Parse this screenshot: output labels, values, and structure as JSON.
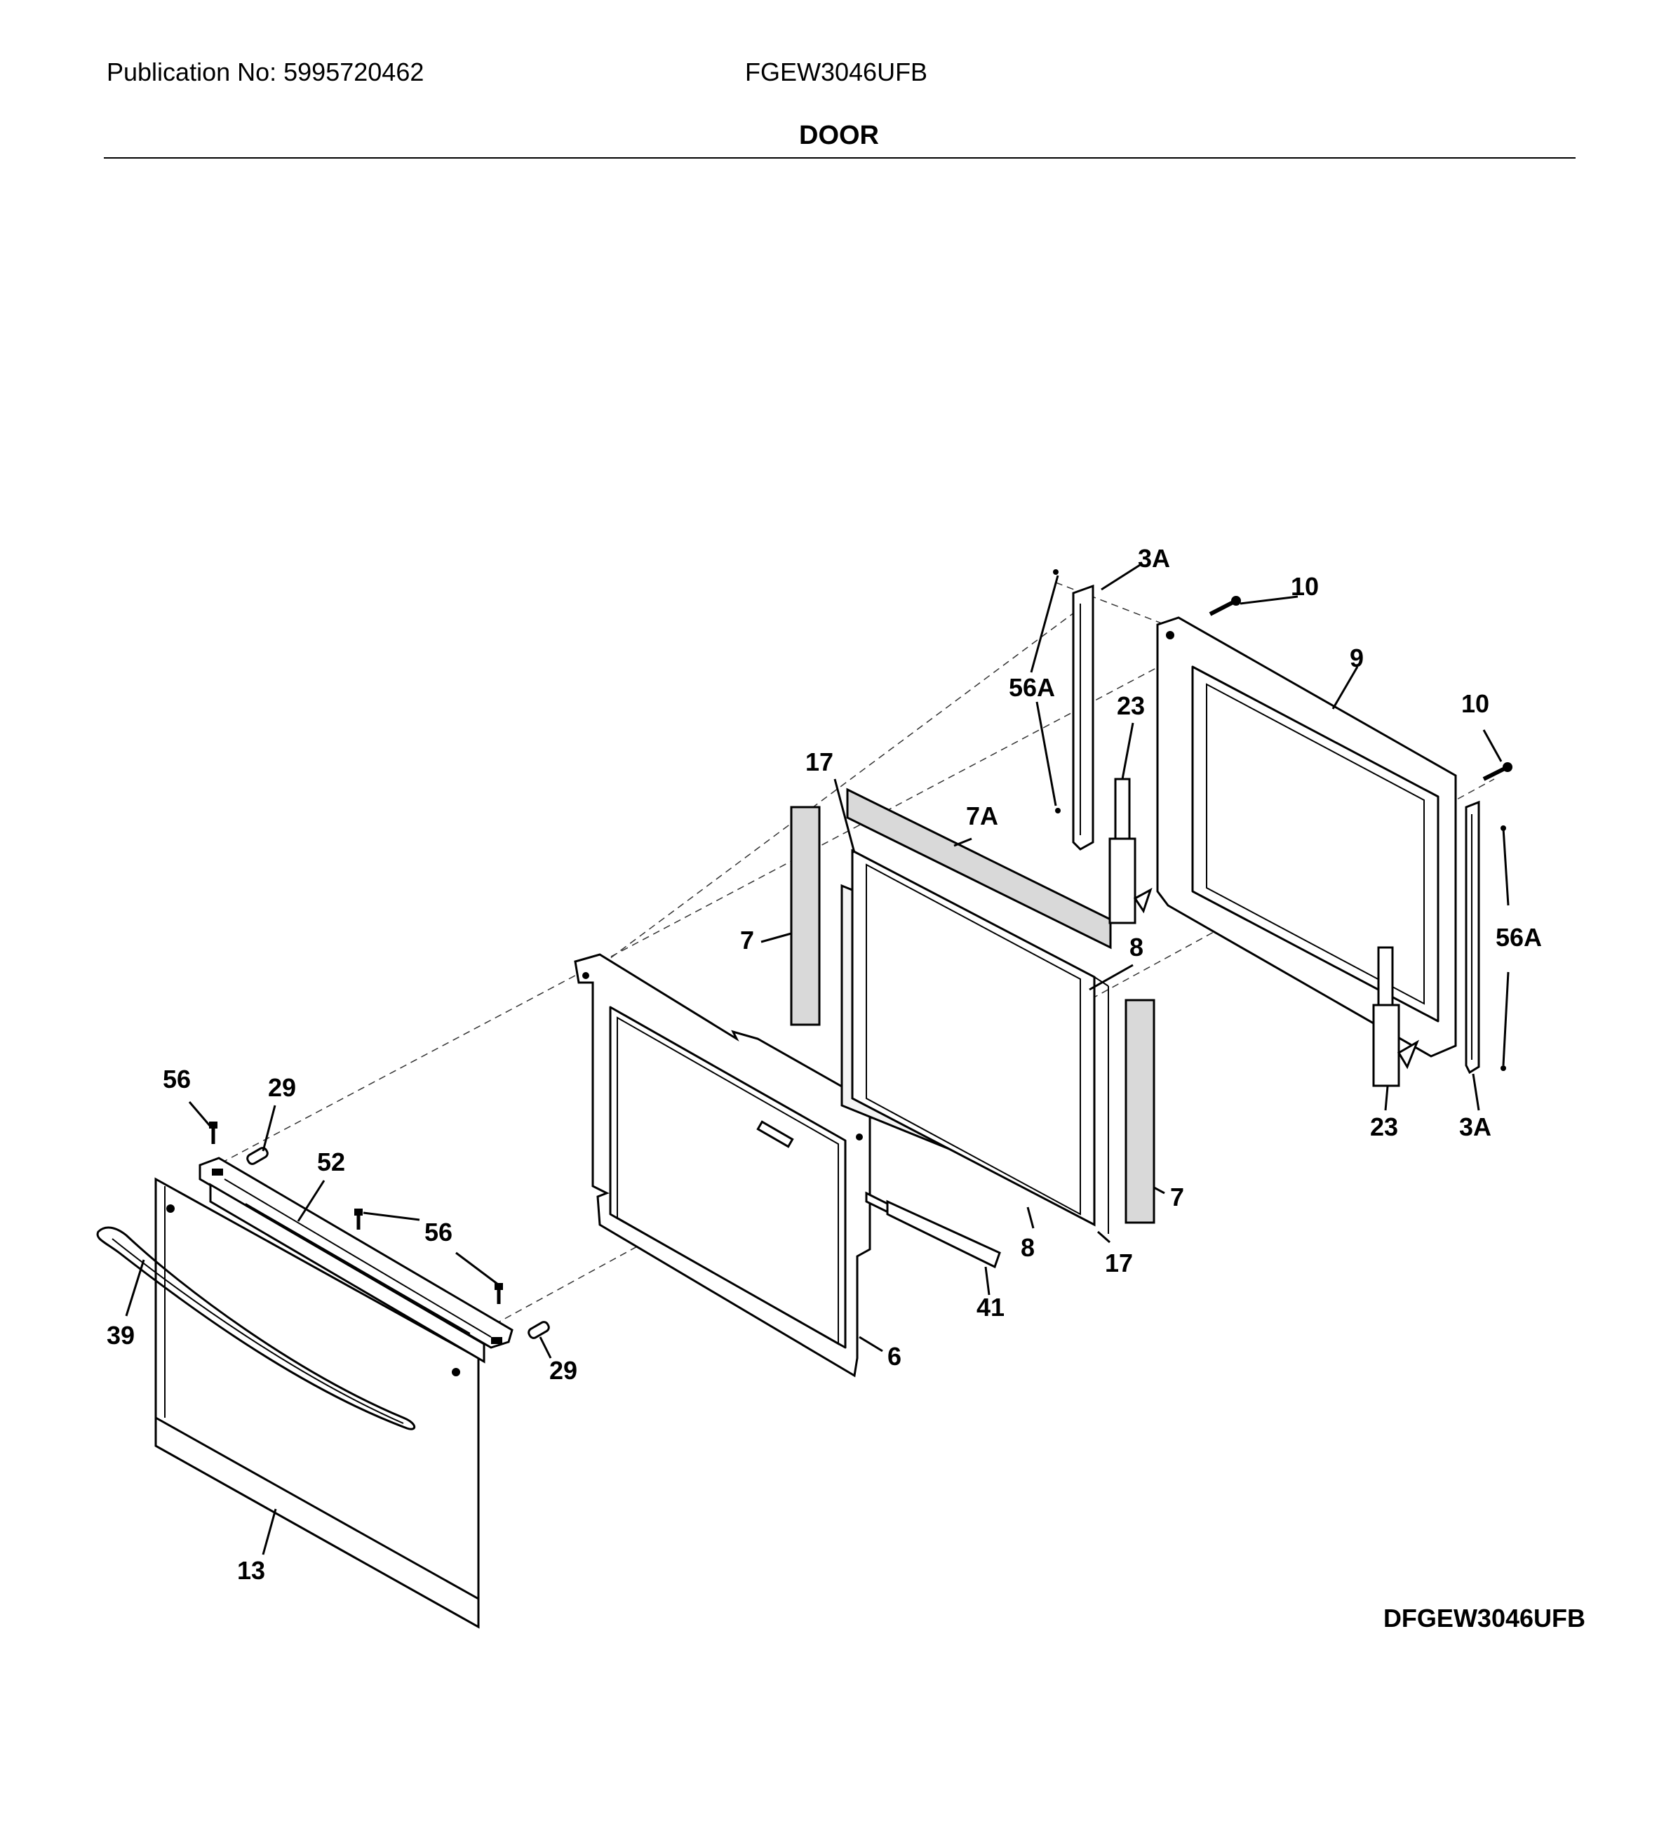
{
  "header": {
    "publication": "Publication No: 5995720462",
    "model": "FGEW3046UFB",
    "title": "DOOR"
  },
  "diagram_code": "DFGEW3046UFB",
  "callouts": {
    "c3a_top": "3A",
    "c10_top": "10",
    "c9": "9",
    "c56a_left": "56A",
    "c23_top": "23",
    "c10_right": "10",
    "c17_top": "17",
    "c7a": "7A",
    "c56a_right": "56A",
    "c7_left": "7",
    "c8_top": "8",
    "c23_bottom": "23",
    "c3a_bottom": "3A",
    "c56_left": "56",
    "c29_top": "29",
    "c52": "52",
    "c56_mid": "56",
    "c7_right": "7",
    "c8_bottom": "8",
    "c17_bottom": "17",
    "c41": "41",
    "c39": "39",
    "c29_bottom": "29",
    "c6": "6",
    "c13": "13"
  }
}
